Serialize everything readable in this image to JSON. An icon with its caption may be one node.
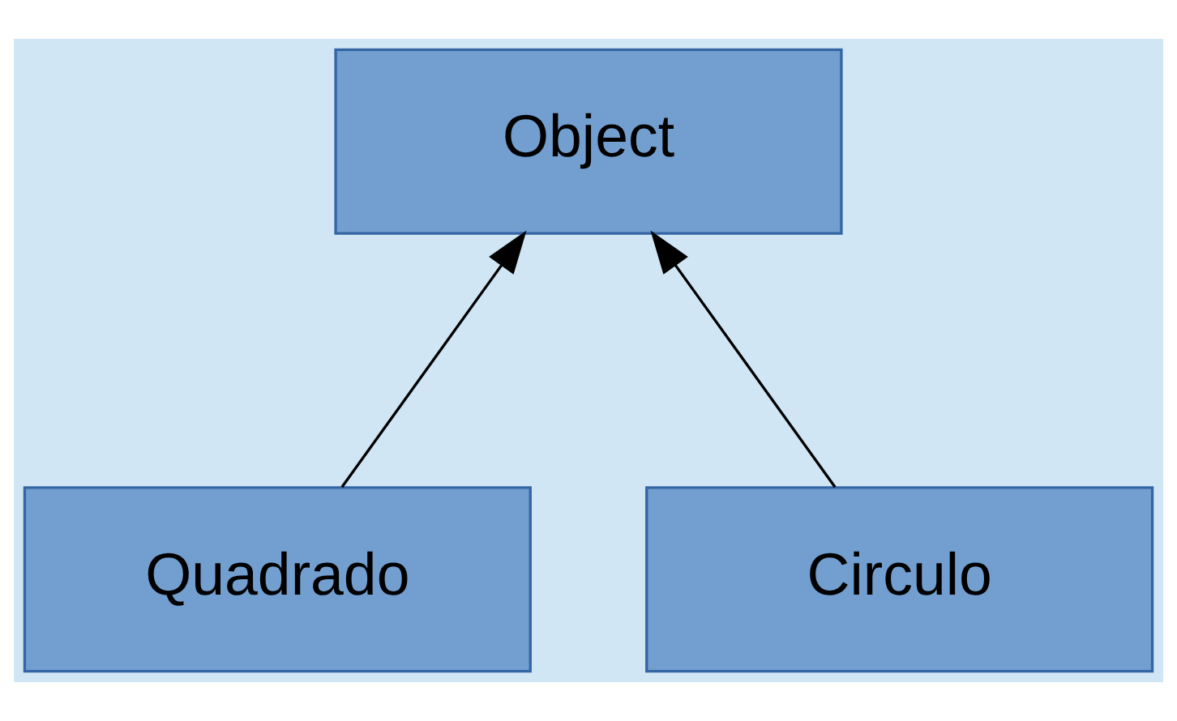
{
  "diagram": {
    "nodes": [
      {
        "text": [
          "Object"
        ]
      },
      {
        "text": [
          "Quadrado"
        ]
      },
      {
        "text": [
          "Circulo"
        ]
      }
    ],
    "edges": [
      {
        "from": 1,
        "to": 0,
        "arrow": "to"
      },
      {
        "from": 2,
        "to": 0,
        "arrow": "to"
      }
    ]
  }
}
